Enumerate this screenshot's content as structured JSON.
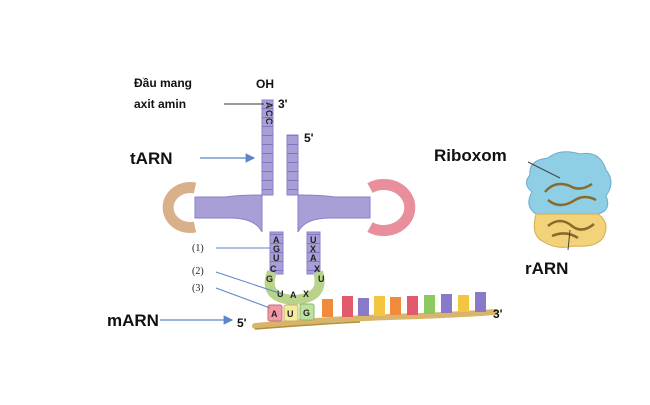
{
  "labels": {
    "oh": "OH",
    "end_title_line1": "Đầu mang",
    "end_title_line2": "axit amin",
    "prime3_top": "3'",
    "prime5_top": "5'",
    "trna": "tARN",
    "ribosome": "Riboxom",
    "rrna": "rARN",
    "mrna": "mARN",
    "mrna_5": "5'",
    "mrna_3": "3'",
    "marker1": "(1)",
    "marker2": "(2)",
    "marker3": "(3)"
  },
  "acceptor_bases": [
    "A",
    "C",
    "C"
  ],
  "anticodon_left": [
    "A",
    "G",
    "U",
    "C",
    "G"
  ],
  "anticodon_right": [
    "U",
    "X",
    "A",
    "X",
    "U"
  ],
  "anticodon": [
    "U",
    "A",
    "X"
  ],
  "codon": [
    "A",
    "U",
    "G"
  ],
  "colors": {
    "trna": "#a79fd6",
    "trna_line": "#6a5fa8",
    "left_loop": "#d9b08c",
    "right_loop": "#e88f9b",
    "anticodon_loop": "#b9d48a",
    "mrna_strand": "#d8b56a",
    "ribosome_top": "#8fcfe6",
    "ribosome_bottom": "#f3d37a"
  }
}
